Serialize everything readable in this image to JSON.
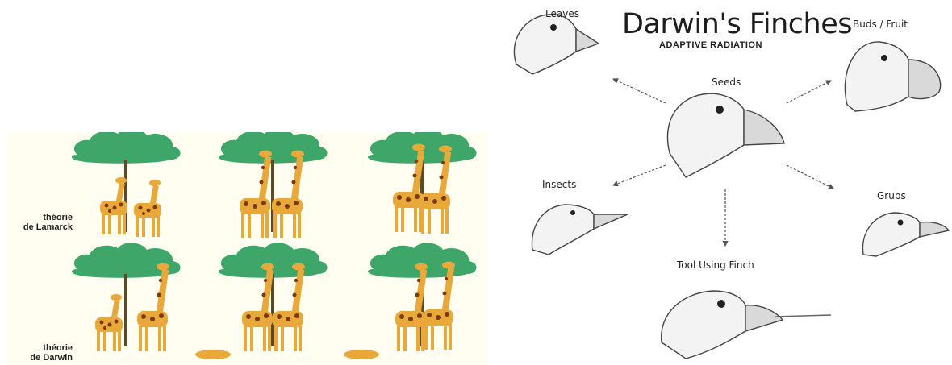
{
  "giraffes": {
    "rows": [
      {
        "label_line1": "théorie",
        "label_line2": "de Lamarck"
      },
      {
        "label_line1": "théorie",
        "label_line2": "de Darwin"
      }
    ]
  },
  "finches": {
    "title": "Darwin's Finches",
    "subtitle": "ADAPTIVE RADIATION",
    "center_label": "Seeds",
    "branches": [
      {
        "label": "Leaves"
      },
      {
        "label": "Buds / Fruit"
      },
      {
        "label": "Insects"
      },
      {
        "label": "Grubs"
      },
      {
        "label": "Tool Using Finch"
      }
    ]
  },
  "colors": {
    "foliage": "#3fa66a",
    "giraffe_coat": "#e9a83a",
    "giraffe_spots": "#7a3b12",
    "background_cream": "#fffef0"
  }
}
